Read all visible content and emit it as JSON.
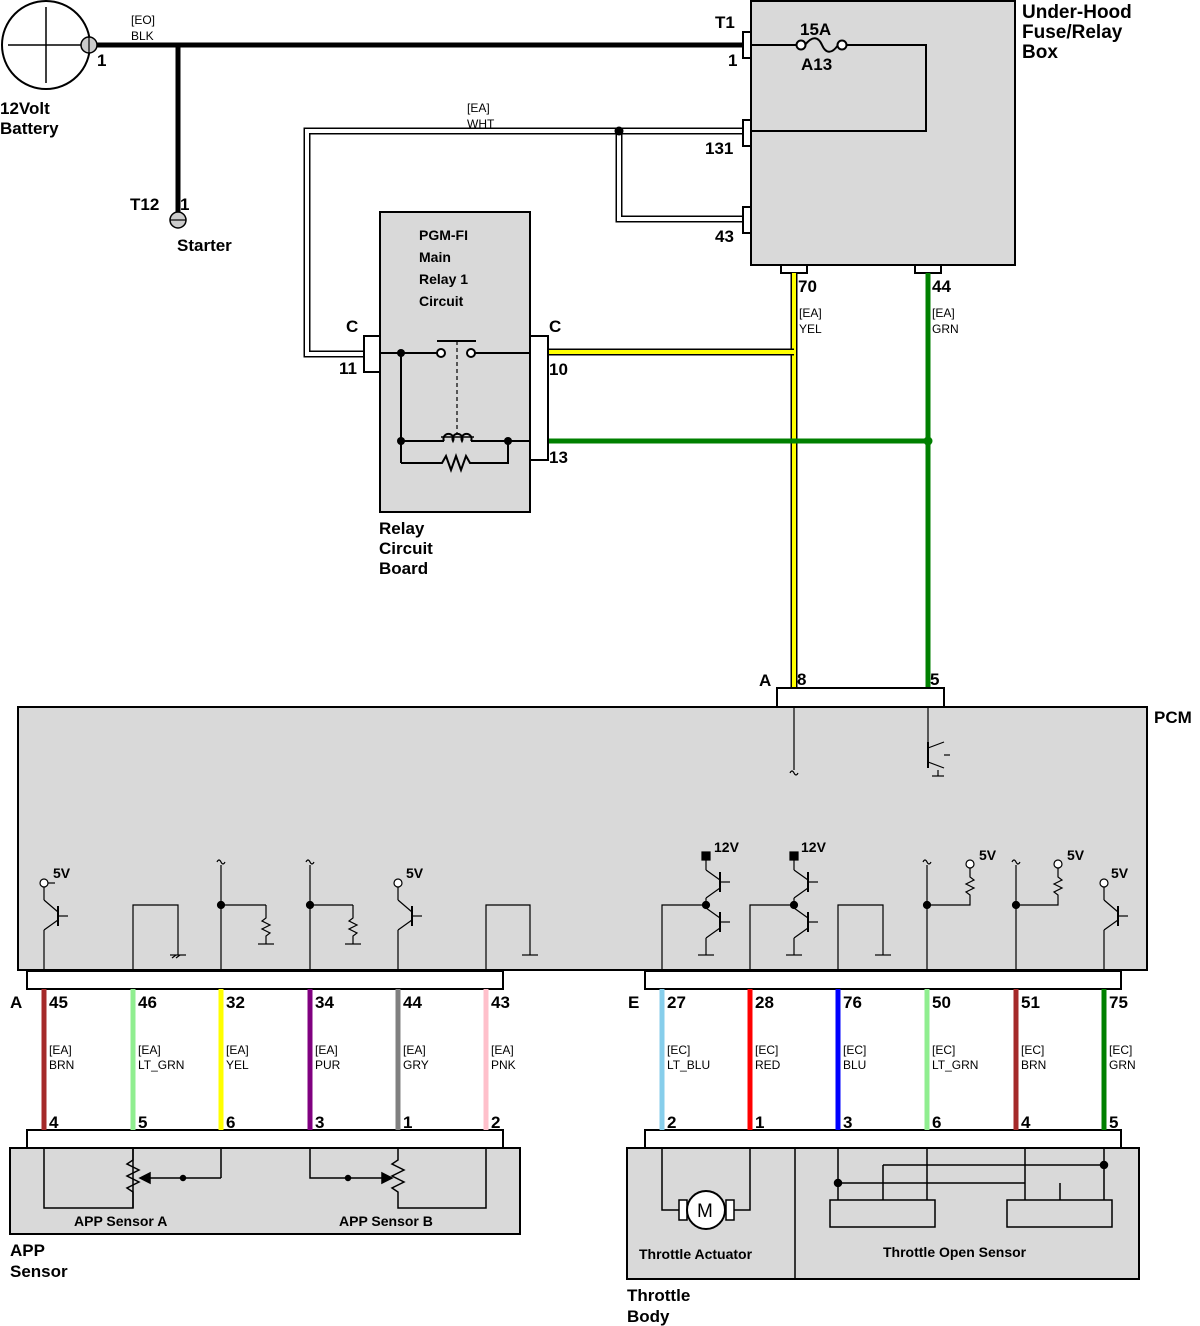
{
  "colors": {
    "BLK": "#000000",
    "WHT": "#ffffff",
    "YEL": "#ffff00",
    "GRN": "#008000",
    "BRN": "#a52a2a",
    "LT_GRN": "#90ee90",
    "PUR": "#800080",
    "GRY": "#808080",
    "PNK": "#ffc0cb",
    "LT_BLU": "#87ceeb",
    "RED": "#ff0000",
    "BLU": "#0000ff",
    "box_fill": "#d9d9d9"
  },
  "components": {
    "battery": {
      "line1": "12Volt",
      "line2": "Battery",
      "pin": "1"
    },
    "starter": {
      "label": "Starter",
      "connector": "T12",
      "pin": "1"
    },
    "fuse_box": {
      "line1": "Under-Hood",
      "line2": "Fuse/Relay",
      "line3": "Box",
      "connector": "T1",
      "pin_t1": "1",
      "fuse_rating": "15A",
      "fuse_id": "A13",
      "pin_131": "131",
      "pin_43": "43",
      "pin_70": "70",
      "pin_44": "44"
    },
    "relay": {
      "title1": "PGM-FI",
      "title2": "Main",
      "title3": "Relay 1",
      "title4": "Circuit",
      "conn_left": "C",
      "conn_right": "C",
      "pin_11": "11",
      "pin_10": "10",
      "pin_13": "13"
    },
    "relay_board": {
      "line1": "Relay",
      "line2": "Circuit",
      "line3": "Board"
    },
    "pcm": {
      "label": "PCM",
      "conn_a": "A",
      "pin_8": "8",
      "pin_5": "5",
      "conn_a_lower": "A",
      "conn_e": "E"
    },
    "app_sensor": {
      "line1": "APP",
      "line2": "Sensor",
      "sensor_a": "APP Sensor A",
      "sensor_b": "APP Sensor B"
    },
    "throttle_body": {
      "line1": "Throttle",
      "line2": "Body",
      "actuator": "Throttle Actuator",
      "open_sensor": "Throttle Open Sensor",
      "motor": "M"
    }
  },
  "voltages": {
    "v5": "5V",
    "v12": "12V"
  },
  "wires": {
    "eo_blk": {
      "code": "[EO]",
      "color": "BLK"
    },
    "ea_wht": {
      "code": "[EA]",
      "color": "WHT"
    },
    "ea_yel": {
      "code": "[EA]",
      "color": "YEL"
    },
    "ea_grn": {
      "code": "[EA]",
      "color": "GRN"
    }
  },
  "bottom_wires": [
    {
      "top_pin": "45",
      "code": "[EA]",
      "color": "BRN",
      "bottom_pin": "4"
    },
    {
      "top_pin": "46",
      "code": "[EA]",
      "color": "LT_GRN",
      "bottom_pin": "5"
    },
    {
      "top_pin": "32",
      "code": "[EA]",
      "color": "YEL",
      "bottom_pin": "6"
    },
    {
      "top_pin": "34",
      "code": "[EA]",
      "color": "PUR",
      "bottom_pin": "3"
    },
    {
      "top_pin": "44",
      "code": "[EA]",
      "color": "GRY",
      "bottom_pin": "1"
    },
    {
      "top_pin": "43",
      "code": "[EA]",
      "color": "PNK",
      "bottom_pin": "2"
    },
    {
      "top_pin": "27",
      "code": "[EC]",
      "color": "LT_BLU",
      "bottom_pin": "2"
    },
    {
      "top_pin": "28",
      "code": "[EC]",
      "color": "RED",
      "bottom_pin": "1"
    },
    {
      "top_pin": "76",
      "code": "[EC]",
      "color": "BLU",
      "bottom_pin": "3"
    },
    {
      "top_pin": "50",
      "code": "[EC]",
      "color": "LT_GRN",
      "bottom_pin": "6"
    },
    {
      "top_pin": "51",
      "code": "[EC]",
      "color": "BRN",
      "bottom_pin": "4"
    },
    {
      "top_pin": "75",
      "code": "[EC]",
      "color": "GRN",
      "bottom_pin": "5"
    }
  ]
}
